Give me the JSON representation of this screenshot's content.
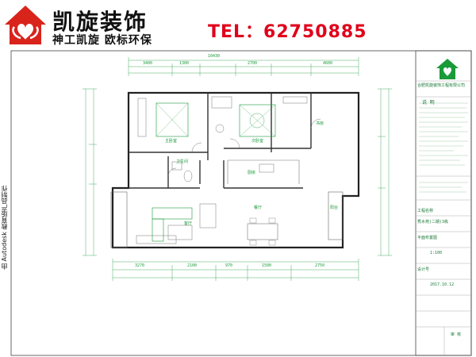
{
  "header": {
    "brand_name": "凯旋装饰",
    "brand_slogan": "神工凯旋 欧标环保",
    "tel": "TEL：62750885",
    "logo_icon": "house-heart-logo-icon",
    "logo_color": "#d9241c"
  },
  "side_label": "由 Autodesk 教育版产品制作",
  "title_block": {
    "company": "合肥凯旋装饰工程有限公司",
    "notes_title": "说  明",
    "project_label": "工程名称",
    "project_name": "秀水苑(二期)3栋",
    "drawing_name": "平面布置图",
    "scale": "1:100",
    "date": "2017.10.12",
    "drawing_no": "设计号",
    "sign_label": "审  核",
    "accent_color": "#1b9a3a"
  },
  "plan": {
    "dims_top": [
      "10430",
      "3400",
      "1300",
      "2700",
      "4600"
    ],
    "dims_bottom": [
      "3270",
      "2100",
      "970",
      "1500",
      "2750"
    ],
    "rooms": [
      "主卧室",
      "次卧室",
      "卫生间",
      "厨房",
      "餐厅",
      "客厅",
      "阳台",
      "书房"
    ]
  }
}
